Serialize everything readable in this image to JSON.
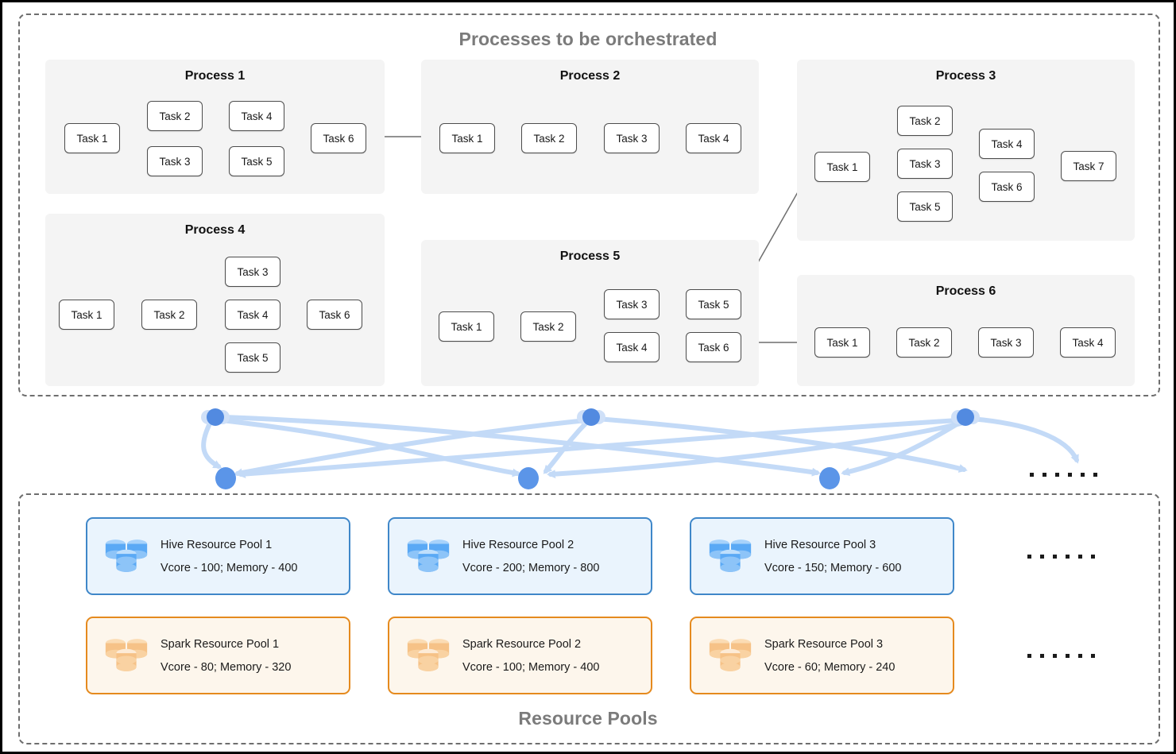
{
  "sections": {
    "processes_title": "Processes to be orchestrated",
    "pools_title": "Resource Pools"
  },
  "processes": [
    {
      "name": "Process 1",
      "tasks": [
        "Task 1",
        "Task 2",
        "Task 3",
        "Task 4",
        "Task 5",
        "Task 6"
      ],
      "edges": [
        [
          "Task 1",
          "Task 2"
        ],
        [
          "Task 1",
          "Task 3"
        ],
        [
          "Task 2",
          "Task 4"
        ],
        [
          "Task 3",
          "Task 5"
        ],
        [
          "Task 4",
          "Task 6"
        ],
        [
          "Task 5",
          "Task 6"
        ]
      ]
    },
    {
      "name": "Process 2",
      "tasks": [
        "Task 1",
        "Task 2",
        "Task 3",
        "Task 4"
      ],
      "edges": [
        [
          "Task 1",
          "Task 2"
        ],
        [
          "Task 2",
          "Task 3"
        ],
        [
          "Task 3",
          "Task 4"
        ]
      ]
    },
    {
      "name": "Process 3",
      "tasks": [
        "Task 1",
        "Task 2",
        "Task 3",
        "Task 5",
        "Task 4",
        "Task 6",
        "Task 7"
      ],
      "edges": [
        [
          "Task 1",
          "Task 2"
        ],
        [
          "Task 1",
          "Task 3"
        ],
        [
          "Task 1",
          "Task 5"
        ],
        [
          "Task 2",
          "Task 4"
        ],
        [
          "Task 3",
          "Task 4"
        ],
        [
          "Task 5",
          "Task 6"
        ],
        [
          "Task 4",
          "Task 7"
        ],
        [
          "Task 6",
          "Task 7"
        ]
      ]
    },
    {
      "name": "Process 4",
      "tasks": [
        "Task 1",
        "Task 2",
        "Task 3",
        "Task 4",
        "Task 5",
        "Task 6"
      ],
      "edges": [
        [
          "Task 1",
          "Task 2"
        ],
        [
          "Task 2",
          "Task 3"
        ],
        [
          "Task 2",
          "Task 4"
        ],
        [
          "Task 2",
          "Task 5"
        ],
        [
          "Task 3",
          "Task 6"
        ],
        [
          "Task 4",
          "Task 6"
        ],
        [
          "Task 5",
          "Task 6"
        ]
      ]
    },
    {
      "name": "Process 5",
      "tasks": [
        "Task 1",
        "Task 2",
        "Task 3",
        "Task 4",
        "Task 5",
        "Task 6"
      ],
      "edges": [
        [
          "Task 1",
          "Task 2"
        ],
        [
          "Task 2",
          "Task 3"
        ],
        [
          "Task 2",
          "Task 4"
        ],
        [
          "Task 3",
          "Task 5"
        ],
        [
          "Task 4",
          "Task 6"
        ]
      ]
    },
    {
      "name": "Process 6",
      "tasks": [
        "Task 1",
        "Task 2",
        "Task 3",
        "Task 4"
      ],
      "edges": [
        [
          "Task 1",
          "Task 2"
        ],
        [
          "Task 2",
          "Task 3"
        ],
        [
          "Task 3",
          "Task 4"
        ]
      ]
    }
  ],
  "cross_process_links": [
    {
      "from": "Process 1 / Task 6",
      "to": "Process 2 / Task 1"
    },
    {
      "from": "Process 5 / Task 5",
      "to": "Process 3 / Task 1"
    },
    {
      "from": "Process 5 / Task 6",
      "to": "Process 6 / Task 1"
    }
  ],
  "p1": {
    "t1": "Task 1",
    "t2": "Task 2",
    "t3": "Task 3",
    "t4": "Task 4",
    "t5": "Task 5",
    "t6": "Task 6"
  },
  "p2": {
    "t1": "Task 1",
    "t2": "Task 2",
    "t3": "Task 3",
    "t4": "Task 4"
  },
  "p3": {
    "t1": "Task 1",
    "t2": "Task 2",
    "t3": "Task 3",
    "t5": "Task 5",
    "t4": "Task 4",
    "t6": "Task 6",
    "t7": "Task 7"
  },
  "p4": {
    "t1": "Task 1",
    "t2": "Task 2",
    "t3": "Task 3",
    "t4": "Task 4",
    "t5": "Task 5",
    "t6": "Task 6"
  },
  "p5": {
    "t1": "Task 1",
    "t2": "Task 2",
    "t3": "Task 3",
    "t4": "Task 4",
    "t5": "Task 5",
    "t6": "Task 6"
  },
  "p6": {
    "t1": "Task 1",
    "t2": "Task 2",
    "t3": "Task 3",
    "t4": "Task 4"
  },
  "pools": {
    "hive": [
      {
        "name": "Hive Resource Pool 1",
        "spec": "Vcore - 100; Memory - 400"
      },
      {
        "name": "Hive Resource Pool 2",
        "spec": "Vcore - 200; Memory - 800"
      },
      {
        "name": "Hive Resource Pool 3",
        "spec": "Vcore - 150; Memory - 600"
      }
    ],
    "spark": [
      {
        "name": "Spark Resource Pool 1",
        "spec": "Vcore - 80; Memory - 320"
      },
      {
        "name": "Spark Resource Pool 2",
        "spec": "Vcore - 100; Memory - 400"
      },
      {
        "name": "Spark Resource Pool 3",
        "spec": "Vcore - 60; Memory - 240"
      }
    ],
    "more_indicator": "......"
  },
  "colors": {
    "hive_border": "#3f87c9",
    "hive_fill": "#eaf4fd",
    "hive_icon": "#6ab0f3",
    "spark_border": "#e58a1e",
    "spark_fill": "#fdf6ec",
    "spark_icon": "#f7c07a",
    "panel_bg": "#f4f4f4",
    "title_gray": "#7b7b7b",
    "edge_gray": "#6e6e6e",
    "link_blue": "#c3daf7",
    "node_blue": "#5b95e8"
  }
}
